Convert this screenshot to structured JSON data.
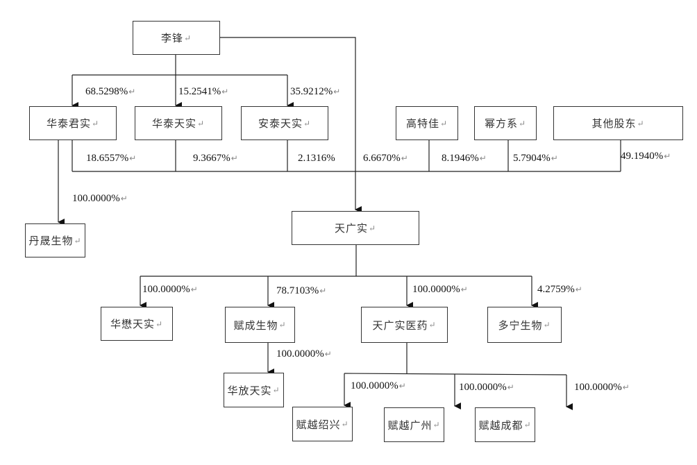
{
  "return_mark": "↵",
  "entities": {
    "li_feng": "李锋",
    "huatai_junshi": "华泰君实",
    "huatai_tianshi": "华泰天实",
    "antai_tianshi": "安泰天实",
    "gaotejia": "高特佳",
    "mufangxi": "幂方系",
    "other_shareholders": "其他股东",
    "dansheng_bio": "丹晟生物",
    "tianguangshi": "天广实",
    "huamao_tianshi": "华懋天实",
    "fucheng_bio": "赋成生物",
    "tianguangshi_pharma": "天广实医药",
    "duoning_bio": "多宁生物",
    "huafang_tianshi": "华放天实",
    "fuyue_shaoxing": "赋越绍兴",
    "fuyue_guangzhou": "赋越广州",
    "fuyue_chengdu": "赋越成都"
  },
  "ownership": {
    "li_feng_to_huatai_junshi": "68.5298%",
    "li_feng_to_huatai_tianshi": "15.2541%",
    "li_feng_to_antai_tianshi": "35.9212%",
    "huatai_junshi_to_tianguangshi": "18.6557%",
    "huatai_tianshi_to_tianguangshi": "9.3667%",
    "antai_tianshi_to_tianguangshi": "2.1316%",
    "li_feng_to_tianguangshi": "6.6670%",
    "gaotejia_to_tianguangshi": "8.1946%",
    "mufangxi_to_tianguangshi": "5.7904%",
    "other_to_tianguangshi": "49.1940%",
    "huatai_junshi_to_dansheng": "100.0000%",
    "tianguangshi_to_huamao": "100.0000%",
    "tianguangshi_to_fucheng": "78.7103%",
    "tianguangshi_to_pharma": "100.0000%",
    "tianguangshi_to_duoning": "4.2759%",
    "fucheng_to_huafang": "100.0000%",
    "pharma_to_shaoxing": "100.0000%",
    "pharma_to_guangzhou": "100.0000%",
    "pharma_to_chengdu": "100.0000%"
  }
}
